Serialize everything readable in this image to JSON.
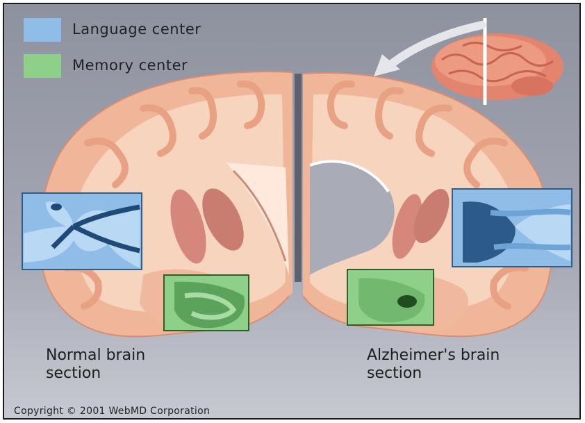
{
  "legend": [
    {
      "label": "Language center",
      "color": "#8fbde8"
    },
    {
      "label": "Memory center",
      "color": "#8ed08a"
    }
  ],
  "captions": {
    "normal": "Normal brain\nsection",
    "alzheimers": "Alzheimer's brain\nsection"
  },
  "copyright": "Copyright © 2001 WebMD Corporation",
  "colors": {
    "background": "#9ca0ac",
    "brain_tissue": "#f2c4a6",
    "white_matter": "#f7d9c3",
    "language_region": "#8fbde8",
    "memory_region": "#8ed08a",
    "section_line": "#ffffff"
  }
}
